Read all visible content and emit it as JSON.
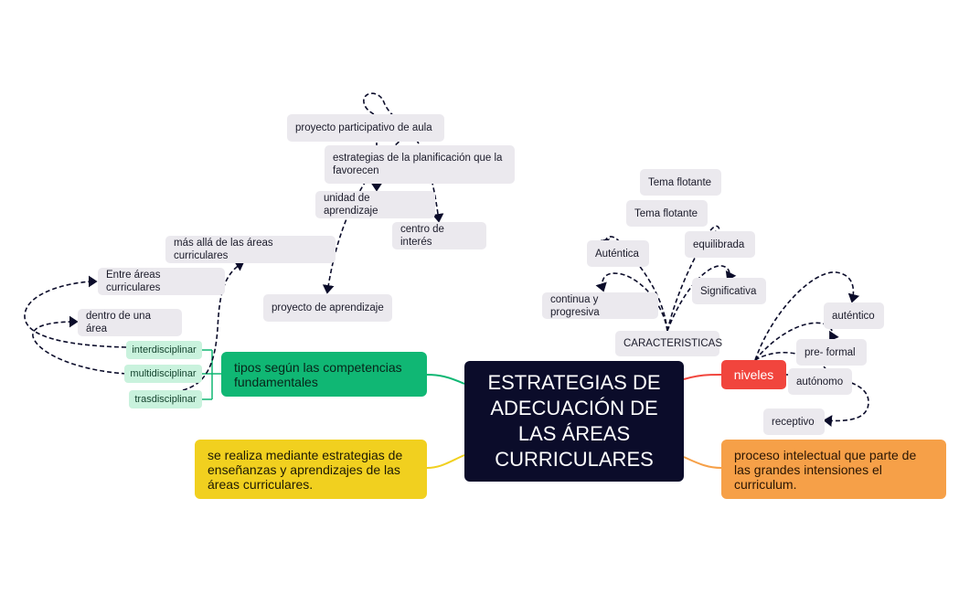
{
  "colors": {
    "central": "#0b0c2a",
    "green": "#10b774",
    "mint": "#c9f2dd",
    "yellow": "#f1d01f",
    "orange": "#f6a048",
    "red": "#f1453d",
    "gray": "#ebe9ee",
    "dashed_arrow": "#0b0c2a"
  },
  "central": {
    "label": "ESTRATEGIAS DE ADECUACIÓN DE LAS ÁREAS CURRICULARES"
  },
  "branches": {
    "tipos": {
      "label": "tipos según las competencias fundamentales",
      "children": [
        "interdisciplinar",
        "multidisciplinar",
        "trasdisciplinar"
      ]
    },
    "se_realiza": {
      "label": "se realiza mediante estrategias de enseñanzas y aprendizajes de las áreas curriculares."
    },
    "niveles": {
      "label": "niveles",
      "related": [
        "auténtico",
        "pre- formal",
        "autónomo",
        "receptivo"
      ]
    },
    "proceso": {
      "label": "proceso intelectual que parte de las grandes intensiones el curriculum."
    }
  },
  "floating": {
    "proyecto_participativo": "proyecto participativo de aula",
    "estrategias_planificacion": "estrategias de la planificación que la favorecen",
    "unidad_aprendizaje": "unidad de aprendizaje",
    "centro_interes": "centro de interés",
    "proyecto_aprendizaje": "proyecto de aprendizaje",
    "mas_alla": "más allá de las áreas curriculares",
    "entre_areas": "Entre áreas curriculares",
    "dentro_area": "dentro de una área",
    "caracteristicas": "CARACTERISTICAS",
    "tema_flotante_1": "Tema flotante",
    "tema_flotante_2": "Tema flotante",
    "autentica": "Auténtica",
    "equilibrada": "equilibrada",
    "significativa": "Significativa",
    "continua": "continua y progresiva"
  }
}
